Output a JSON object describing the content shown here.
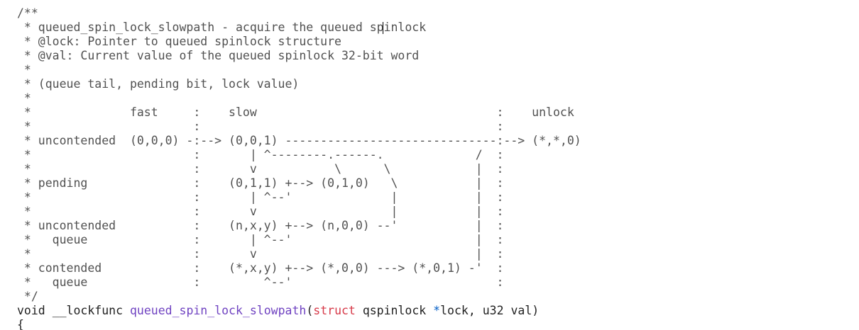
{
  "editor": {
    "comment_lines": [
      "/**",
      " * queued_spin_lock_slowpath - acquire the queued spinlock",
      " * @lock: Pointer to queued spinlock structure",
      " * @val: Current value of the queued spinlock 32-bit word",
      " *",
      " * (queue tail, pending bit, lock value)",
      " *",
      " *              fast     :    slow                                  :    unlock",
      " *                       :                                          :",
      " * uncontended  (0,0,0) -:--> (0,0,1) ------------------------------:--> (*,*,0)",
      " *                       :       | ^--------.------.             /  :",
      " *                       :       v           \\      \\            |  :",
      " * pending               :    (0,1,1) +--> (0,1,0)   \\           |  :",
      " *                       :       | ^--'              |           |  :",
      " *                       :       v                   |           |  :",
      " * uncontended           :    (n,x,y) +--> (n,0,0) --'           |  :",
      " *   queue               :       | ^--'                          |  :",
      " *                       :       v                               |  :",
      " * contended             :    (*,x,y) +--> (*,0,0) ---> (*,0,1) -'  :",
      " *   queue               :         ^--'                             :",
      " */"
    ],
    "signature": {
      "return_type": "void",
      "attr": "__lockfunc",
      "function_name": "queued_spin_lock_slowpath",
      "open_paren": "(",
      "struct_kw": "struct",
      "type_name": "qspinlock",
      "pointer_op": "*",
      "param1": "lock,",
      "param2_type": "u32",
      "param2": "val)"
    },
    "brace_line": "{"
  },
  "colors": {
    "function_name": "#6f42c1",
    "keyword": "#d73a49",
    "operator": "#005cc5",
    "comment": "#515151",
    "text": "#1f1f1f"
  }
}
